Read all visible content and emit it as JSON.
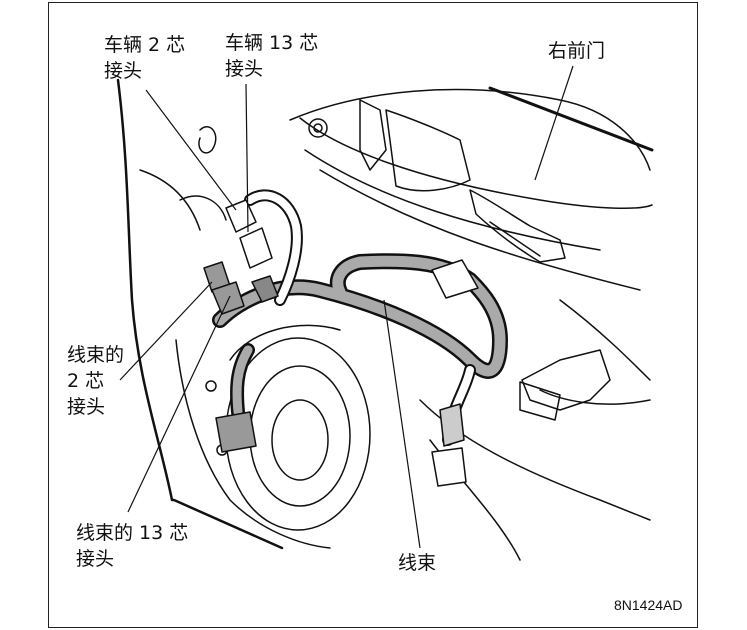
{
  "labels": {
    "vehicle_2pin": [
      "车辆 2 芯",
      "接头"
    ],
    "vehicle_13pin": [
      "车辆 13 芯",
      "接头"
    ],
    "right_front_door": "右前门",
    "harness_2pin": [
      "线束的",
      "2 芯",
      "接头"
    ],
    "harness_13pin": [
      "线束的 13 芯",
      "接头"
    ],
    "harness": "线束"
  },
  "figure_code": "8N1424AD"
}
